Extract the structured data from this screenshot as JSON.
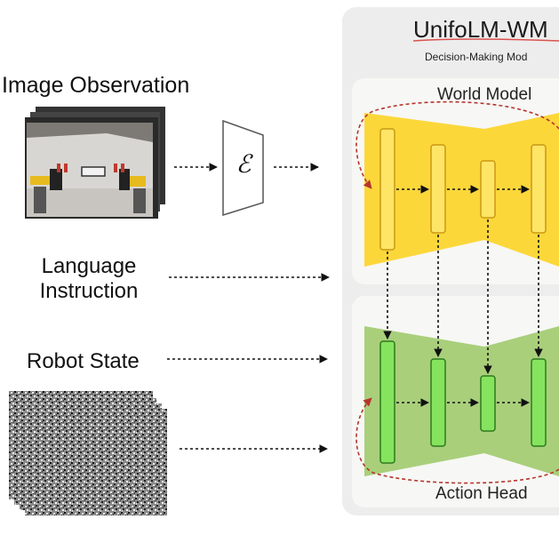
{
  "inputs": {
    "image_observation": "Image Observation",
    "language_instruction_line1": "Language",
    "language_instruction_line2": "Instruction",
    "robot_state": "Robot State"
  },
  "encoder": {
    "symbol": "ℰ"
  },
  "model": {
    "title": "UnifoLM-WM",
    "subtitle": "Decision-Making Mod",
    "world_model_label": "World Model",
    "action_head_label": "Action Head"
  },
  "colors": {
    "world_model_fill": "#FCD73A",
    "world_model_block": "#FFE566",
    "action_head_fill": "#A9CF7B",
    "action_head_block": "#86E35E",
    "feedback_arrow": "#B5362C",
    "panel_bg": "#EDEDED",
    "title_underline": "#D9534F"
  }
}
